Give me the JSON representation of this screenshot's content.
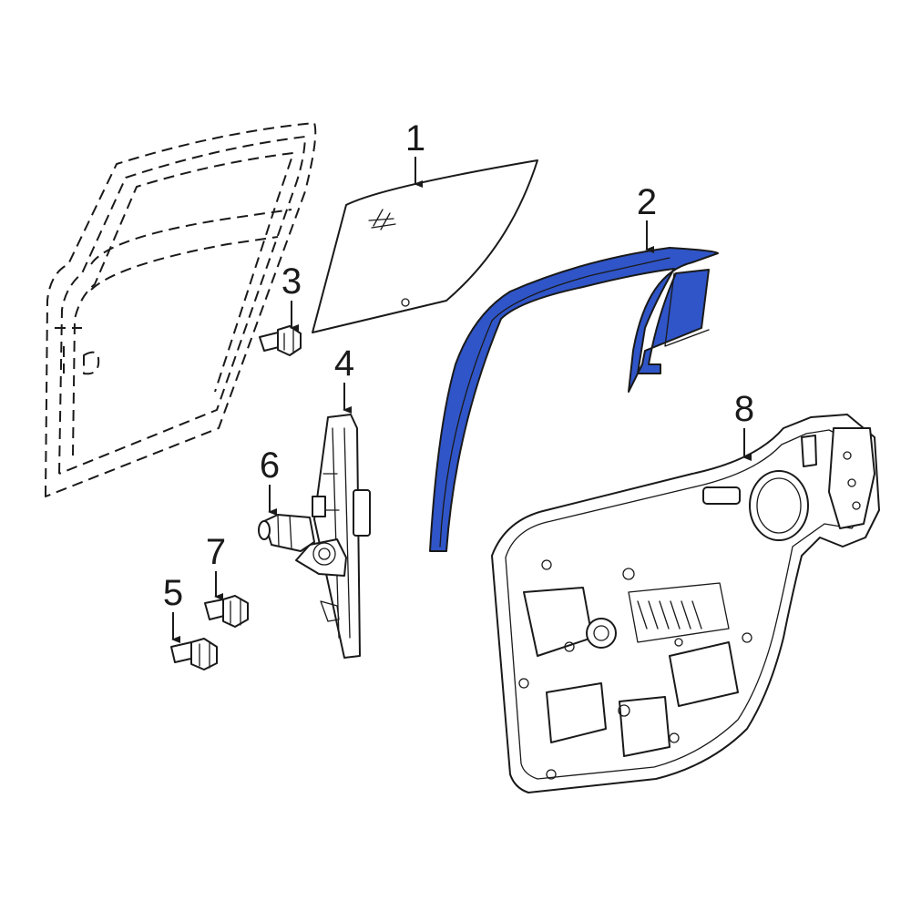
{
  "diagram": {
    "highlight_color": "#2f55c8",
    "highlight_part": "2",
    "callouts": [
      {
        "id": "c1",
        "label": "1"
      },
      {
        "id": "c2",
        "label": "2"
      },
      {
        "id": "c3",
        "label": "3"
      },
      {
        "id": "c4",
        "label": "4"
      },
      {
        "id": "c5",
        "label": "5"
      },
      {
        "id": "c6",
        "label": "6"
      },
      {
        "id": "c7",
        "label": "7"
      },
      {
        "id": "c8",
        "label": "8"
      }
    ]
  }
}
